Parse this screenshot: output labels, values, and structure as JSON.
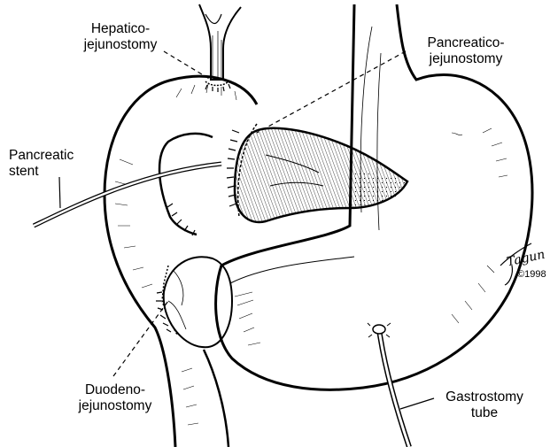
{
  "labels": {
    "hepatico": [
      "Hepatico-",
      "jejunostomy"
    ],
    "pancreatico": [
      "Pancreatico-",
      "jejunostomy"
    ],
    "stent": [
      "Pancreatic",
      "stent"
    ],
    "duodeno": [
      "Duodeno-",
      "jejunostomy"
    ],
    "gastrostomy": [
      "Gastrostomy",
      "tube"
    ]
  },
  "signature": {
    "artist": "Tagun",
    "copyright": "©1998"
  }
}
